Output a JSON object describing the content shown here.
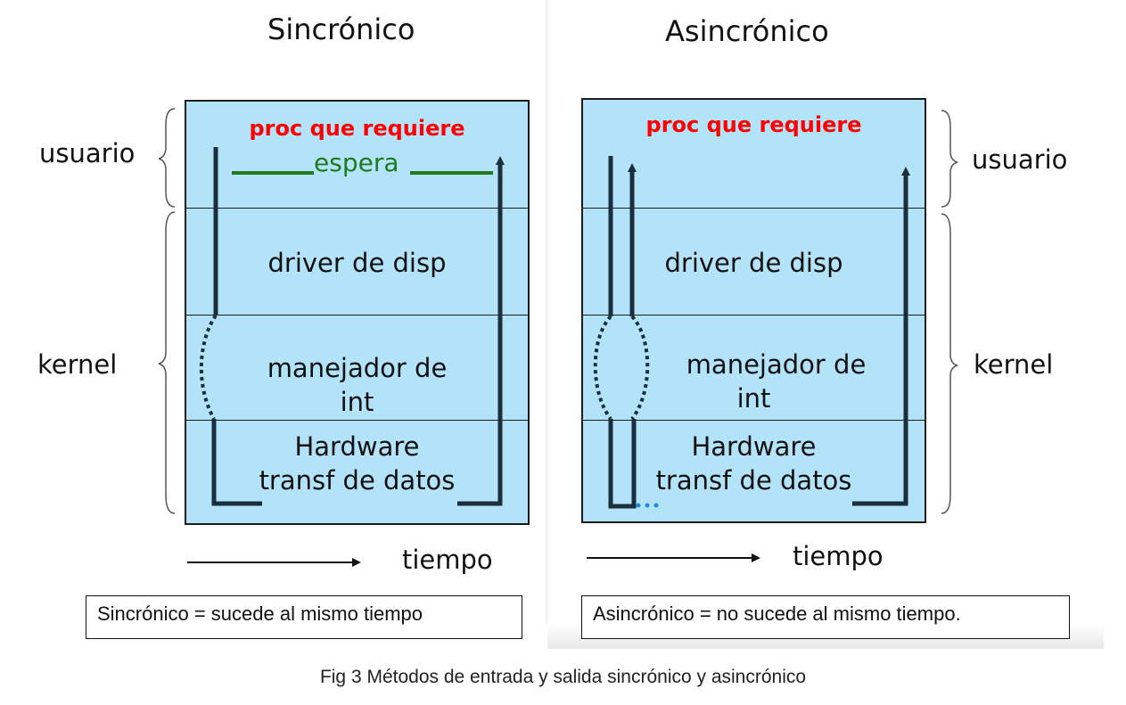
{
  "sync": {
    "title": "Sincrónico",
    "label_user": "usuario",
    "label_kernel": "kernel",
    "req": "proc que requiere",
    "espera": "espera",
    "band_driver": "driver de disp",
    "band_int_1": "manejador de",
    "band_int_2": "int",
    "band_hw_1": "Hardware",
    "band_hw_2": "transf de datos",
    "time": "tiempo",
    "definition": "Sincrónico = sucede al mismo tiempo"
  },
  "async": {
    "title": "Asincrónico",
    "label_user": "usuario",
    "label_kernel": "kernel",
    "req": "proc que requiere",
    "band_driver": "driver de disp",
    "band_int_1": "manejador de",
    "band_int_2": "int",
    "band_hw_1": "Hardware",
    "band_hw_2": "transf de datos",
    "time": "tiempo",
    "definition": "Asincrónico = no sucede al mismo tiempo."
  },
  "caption": "Fig 3 Métodos de entrada y salida sincrónico y asincrónico",
  "colors": {
    "box_fill": "#b3e3f9",
    "request_text": "#ff0000",
    "espera": "#1f7a1f",
    "lines": "#1a2e3b",
    "dots": "#1e88e5"
  }
}
